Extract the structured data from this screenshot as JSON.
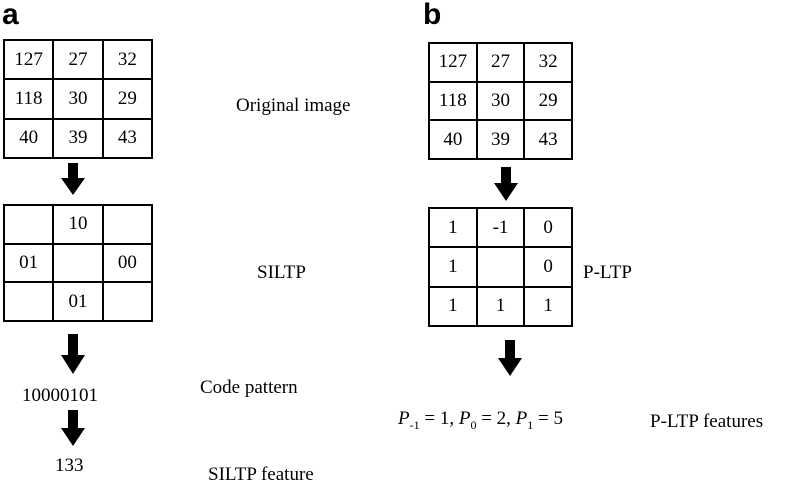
{
  "panels": {
    "a": {
      "letter": "a",
      "original_grid": [
        [
          "127",
          "27",
          "32"
        ],
        [
          "118",
          "30",
          "29"
        ],
        [
          "40",
          "39",
          "43"
        ]
      ],
      "siltp_grid": [
        [
          "",
          "10",
          ""
        ],
        [
          "01",
          "",
          "00"
        ],
        [
          "",
          "01",
          ""
        ]
      ],
      "code_pattern": "10000101",
      "feature_value": "133",
      "labels": {
        "original": "Original image",
        "siltp": "SILTP",
        "code_pattern": "Code pattern",
        "feature": "SILTP feature"
      }
    },
    "b": {
      "letter": "b",
      "original_grid": [
        [
          "127",
          "27",
          "32"
        ],
        [
          "118",
          "30",
          "29"
        ],
        [
          "40",
          "39",
          "43"
        ]
      ],
      "pltp_grid": [
        [
          "1",
          "-1",
          "0"
        ],
        [
          "1",
          "",
          "0"
        ],
        [
          "1",
          "1",
          "1"
        ]
      ],
      "features": [
        {
          "symbol": "P",
          "sub": "-1",
          "value": "1"
        },
        {
          "symbol": "P",
          "sub": "0",
          "value": "2"
        },
        {
          "symbol": "P",
          "sub": "1",
          "value": "5"
        }
      ],
      "labels": {
        "pltp": "P-LTP",
        "features": "P-LTP features"
      }
    }
  }
}
